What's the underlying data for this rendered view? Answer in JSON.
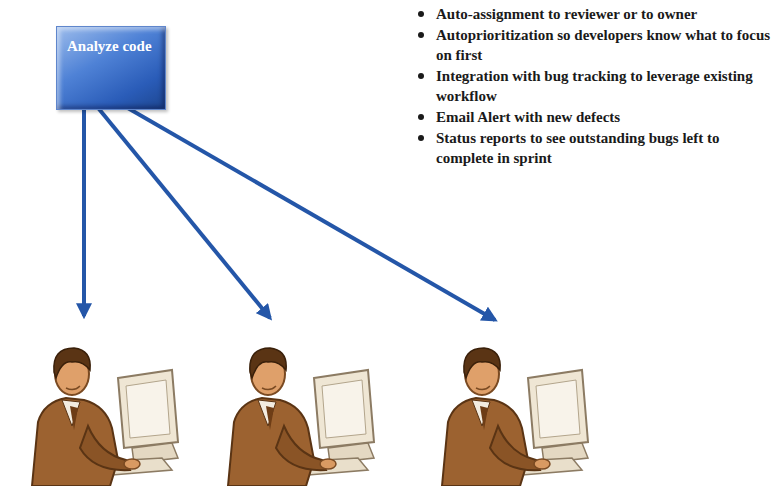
{
  "diagram": {
    "nodes": [
      {
        "text": [
          "Analyze code"
        ]
      }
    ],
    "labels": [
      "Auto-assignment to reviewer or to owner",
      "Autoprioritization so developers know what to focus on first",
      "Integration with bug tracking to leverage existing workflow",
      "Email Alert with new defects",
      "Status reports to see outstanding bugs left to complete in sprint"
    ]
  }
}
